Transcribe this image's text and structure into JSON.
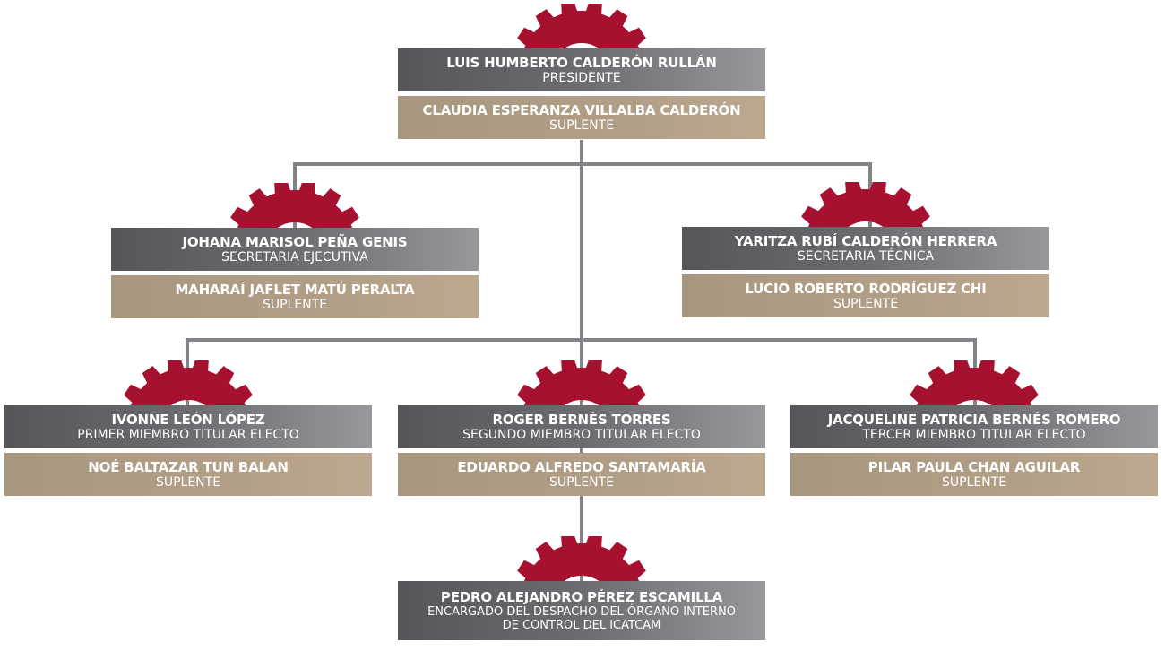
{
  "accent_red": "#a5112e",
  "connector_color": "#838387",
  "nodes": {
    "president": {
      "titular_name": "LUIS HUMBERTO CALDERÓN RULLÁN",
      "titular_role": "PRESIDENTE",
      "suplente_name": "CLAUDIA ESPERANZA VILLALBA CALDERÓN",
      "suplente_role": "SUPLENTE"
    },
    "secretaria_ejecutiva": {
      "titular_name": "JOHANA MARISOL PEÑA GENIS",
      "titular_role": "SECRETARIA EJECUTIVA",
      "suplente_name": "MAHARAÍ JAFLET MATÚ PERALTA",
      "suplente_role": "SUPLENTE"
    },
    "secretaria_tecnica": {
      "titular_name": "YARITZA RUBÍ CALDERÓN HERRERA",
      "titular_role": "SECRETARIA TÉCNICA",
      "suplente_name": "LUCIO ROBERTO RODRÍGUEZ CHI",
      "suplente_role": "SUPLENTE"
    },
    "primer_miembro": {
      "titular_name": "IVONNE LEÓN LÓPEZ",
      "titular_role": "PRIMER MIEMBRO TITULAR ELECTO",
      "suplente_name": "NOÉ BALTAZAR TUN BALAN",
      "suplente_role": "SUPLENTE"
    },
    "segundo_miembro": {
      "titular_name": "ROGER BERNÉS TORRES",
      "titular_role": "SEGUNDO MIEMBRO TITULAR ELECTO",
      "suplente_name": "EDUARDO ALFREDO SANTAMARÍA",
      "suplente_role": "SUPLENTE"
    },
    "tercer_miembro": {
      "titular_name": "JACQUELINE PATRICIA BERNÉS ROMERO",
      "titular_role": "TERCER MIEMBRO TITULAR ELECTO",
      "suplente_name": "PILAR PAULA CHAN AGUILAR",
      "suplente_role": "SUPLENTE"
    },
    "organo_interno": {
      "titular_name": "PEDRO ALEJANDRO PÉREZ ESCAMILLA",
      "titular_role_line1": "ENCARGADO DEL DESPACHO DEL ÓRGANO INTERNO",
      "titular_role_line2": "DE CONTROL DEL ICATCAM"
    }
  }
}
